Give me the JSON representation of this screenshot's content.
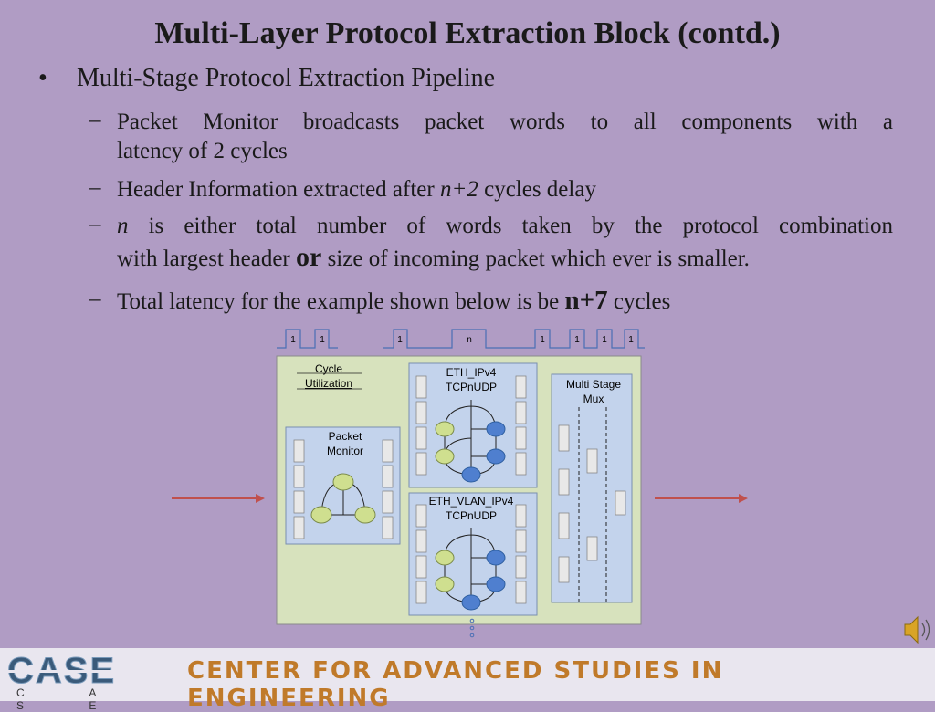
{
  "slide": {
    "title": "Multi-Layer Protocol Extraction Block (contd.)",
    "bullet1": "Multi-Stage Protocol Extraction Pipeline",
    "sub1_line1": "Packet Monitor broadcasts packet words to all components with a",
    "sub1_line2": "latency of 2 cycles",
    "sub2_pre": "Header Information extracted after ",
    "sub2_em": "n+2",
    "sub2_post": " cycles delay",
    "sub3_em": "n",
    "sub3_line1_rest": " is either total number of words taken by the protocol combination",
    "sub3_line2_pre": "with largest header ",
    "sub3_or": "or",
    "sub3_line2_post": " size of incoming packet which ever is smaller.",
    "sub4_pre": "Total latency for the example shown below is be ",
    "sub4_em": "n+7",
    "sub4_post": " cycles"
  },
  "diagram": {
    "pulses": [
      "1",
      "1",
      "1",
      "n",
      "1",
      "1",
      "1",
      "1"
    ],
    "cycle_utilization": [
      "Cycle",
      "Utilization"
    ],
    "packet_monitor": [
      "Packet",
      "Monitor"
    ],
    "eth_ipv4": [
      "ETH_IPv4",
      "TCPnUDP"
    ],
    "eth_vlan": [
      "ETH_VLAN_IPv4",
      "TCPnUDP"
    ],
    "mux": [
      "Multi Stage",
      "Mux"
    ]
  },
  "footer": {
    "logo_letters": "C A S E",
    "org_name": "CENTER FOR ADVANCED STUDIES IN ENGINEERING"
  },
  "colors": {
    "background": "#b09cc4",
    "outer_box": "#d7e2bd",
    "inner_box": "#c3d3ec",
    "green_node": "#cfdf8f",
    "blue_node": "#4f7fcf",
    "arrow": "#c0504d"
  }
}
